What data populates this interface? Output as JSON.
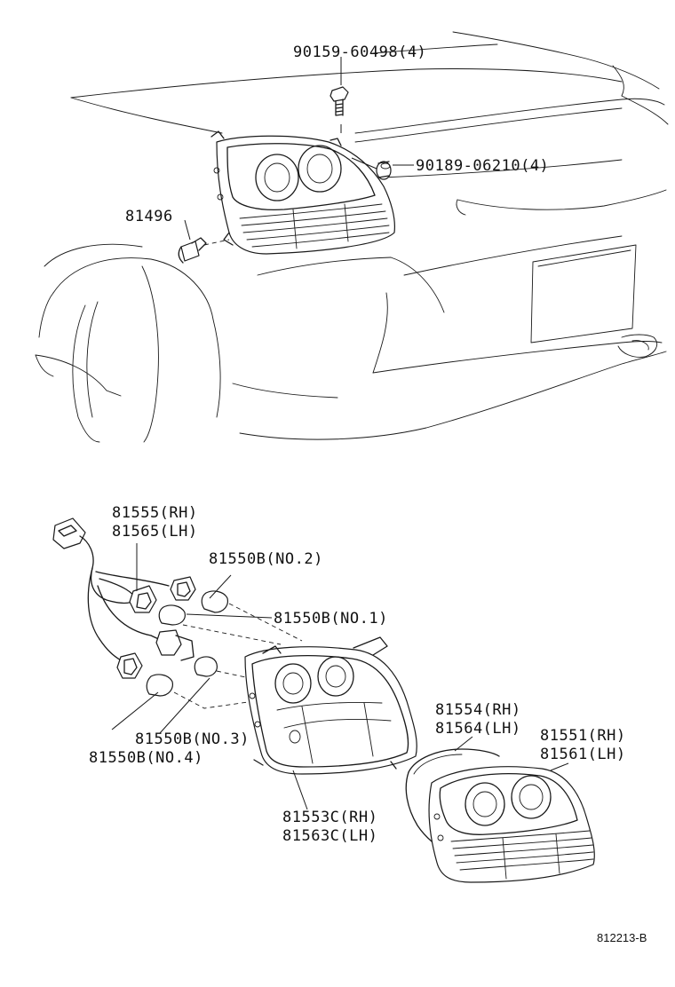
{
  "labels": {
    "bolt": "90159-60498(4)",
    "nut": "90189-06210(4)",
    "socket_top": "81496",
    "wire_rh": "81555(RH)",
    "wire_lh": "81565(LH)",
    "bulb_no2": "81550B(NO.2)",
    "bulb_no1": "81550B(NO.1)",
    "bulb_no3": "81550B(NO.3)",
    "bulb_no4": "81550B(NO.4)",
    "gasket_rh": "81554(RH)",
    "gasket_lh": "81564(LH)",
    "lamp_rh": "81551(RH)",
    "lamp_lh": "81561(LH)",
    "housing_rh": "81553C(RH)",
    "housing_lh": "81563C(LH)"
  },
  "figure_ref": "812213-B"
}
